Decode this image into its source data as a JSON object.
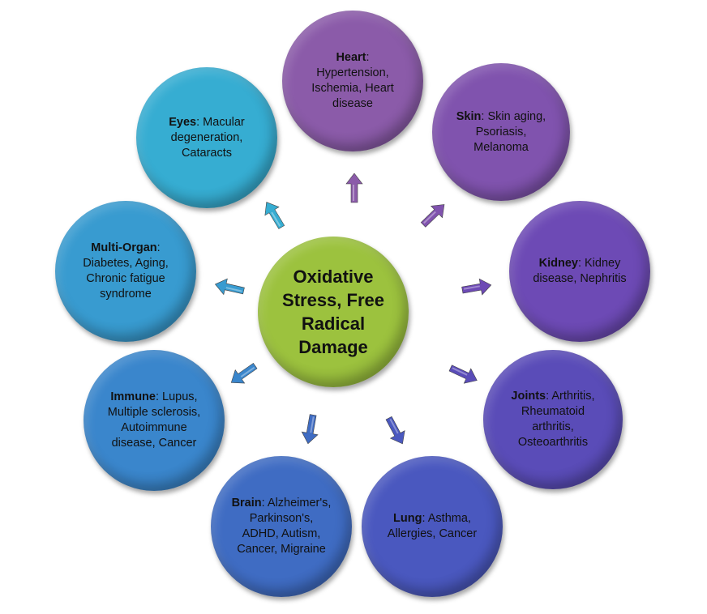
{
  "center": {
    "lines": [
      "Oxidative",
      "Stress, Free",
      "Radical",
      "Damage"
    ],
    "color": "#9cc23e"
  },
  "nodes": [
    {
      "name": "Heart",
      "text": "Hypertension, Ischemia, Heart disease",
      "color": "#8b5ba9"
    },
    {
      "name": "Skin",
      "text": "Skin aging, Psoriasis, Melanoma",
      "color": "#8053ae"
    },
    {
      "name": "Kidney",
      "text": "Kidney disease, Nephritis",
      "color": "#6d4ab5"
    },
    {
      "name": "Joints",
      "text": "Arthritis, Rheumatoid arthritis, Osteoarthritis",
      "color": "#5a4cb8"
    },
    {
      "name": "Lung",
      "text": "Asthma, Allergies, Cancer",
      "color": "#4a58bf"
    },
    {
      "name": "Brain",
      "text": "Alzheimer's, Parkinson's, ADHD, Autism, Cancer, Migraine",
      "color": "#3f6cc3"
    },
    {
      "name": "Immune",
      "text": "Lupus, Multiple sclerosis, Autoimmune disease, Cancer",
      "color": "#3a86cc"
    },
    {
      "name": "Multi-Organ",
      "text": "Diabetes, Aging, Chronic fatigue syndrome",
      "color": "#389bd0"
    },
    {
      "name": "Eyes",
      "text": "Macular degeneration, Cataracts",
      "color": "#36add2"
    }
  ]
}
